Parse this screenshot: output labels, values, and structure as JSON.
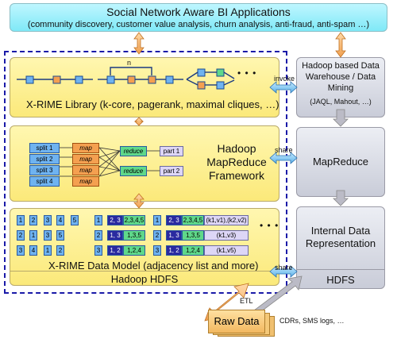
{
  "banner": {
    "title": "Social Network Aware BI Applications",
    "subtitle": "(community discovery, customer value analysis, churn analysis, anti-fraud, anti-spam …)"
  },
  "library": {
    "label": "X-RIME Library (k-core, pagerank, maximal cliques, …)",
    "ellipsis": "• • •",
    "n_marker": "n"
  },
  "framework": {
    "title": "Hadoop MapReduce Framework",
    "splits": [
      "split 1",
      "split 2",
      "split 3",
      "split 4"
    ],
    "map": "map",
    "reduce": "reduce",
    "parts": [
      "part 1",
      "part 2"
    ]
  },
  "model": {
    "label": "X-RIME Data Model (adjacency list and more)",
    "hdfs": "Hadoop HDFS",
    "ellipsis": "• • •",
    "group1": [
      [
        "1",
        "2",
        "3",
        "4",
        "5"
      ],
      [
        "2",
        "1",
        "3",
        "5"
      ],
      [
        "3",
        "4",
        "1",
        "2"
      ]
    ],
    "group2": [
      [
        "1",
        "2, 3",
        "2,3,4,5"
      ],
      [
        "2",
        "1, 3",
        "1,3,5"
      ],
      [
        "3",
        "1, 2",
        "1,2,4"
      ]
    ],
    "group3": [
      [
        "1",
        "2, 3",
        "2,3,4,5",
        "(k1,v1),(k2,v2)"
      ],
      [
        "2",
        "1, 3",
        "1,3,5",
        "(k1,v3)"
      ],
      [
        "3",
        "1, 2",
        "1,2,4",
        "(k1,v5)"
      ]
    ]
  },
  "right": {
    "dw": "Hadoop based Data Warehouse / Data Mining",
    "dw_sub": "(JAQL, Mahout, …)",
    "mapreduce": "MapReduce",
    "idr": "Internal Data Representation",
    "hdfs": "HDFS"
  },
  "arrows": {
    "invoke": "invoke",
    "share1": "share",
    "share2": "share",
    "etl": "ETL"
  },
  "raw": {
    "label": "Raw Data",
    "note": "CDRs, SMS logs, …"
  },
  "colors": {
    "banner": "#8ceaf7",
    "yellow": "#fbe97a",
    "gray": "#c9ccd8",
    "dashed": "#1a1aa8",
    "orange_arrow": "#f0a050",
    "blue_arrow": "#5ab0e8"
  }
}
